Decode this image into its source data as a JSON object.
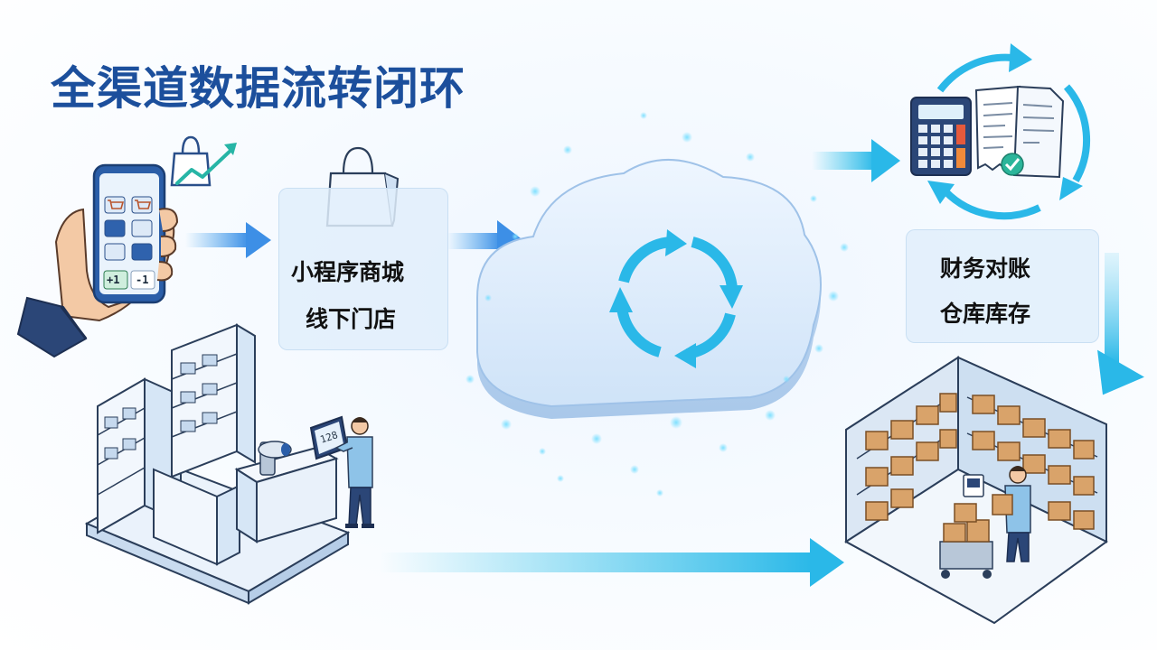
{
  "title": "全渠道数据流转闭环",
  "channels": {
    "mini_program_mall": "小程序商城",
    "offline_store": "线下门店"
  },
  "backoffice": {
    "finance_reconciliation": "财务对账",
    "warehouse_inventory": "仓库库存"
  },
  "phone_buttons": {
    "add": "+1",
    "remove": "-1"
  },
  "tablet_readout": "128",
  "colors": {
    "title": "#1c4f9c",
    "arrow": "#4aa8ee",
    "arrow_cyan": "#35c6ea",
    "card_bg": "#e1eefc",
    "cloud": "#dbeafb"
  },
  "icons": [
    "shopping-bag-icon",
    "trend-up-icon",
    "sync-icon",
    "calculator-icon",
    "receipt-icon",
    "document-icon",
    "checkmark-icon",
    "cart-icon",
    "barcode-scanner-icon"
  ]
}
